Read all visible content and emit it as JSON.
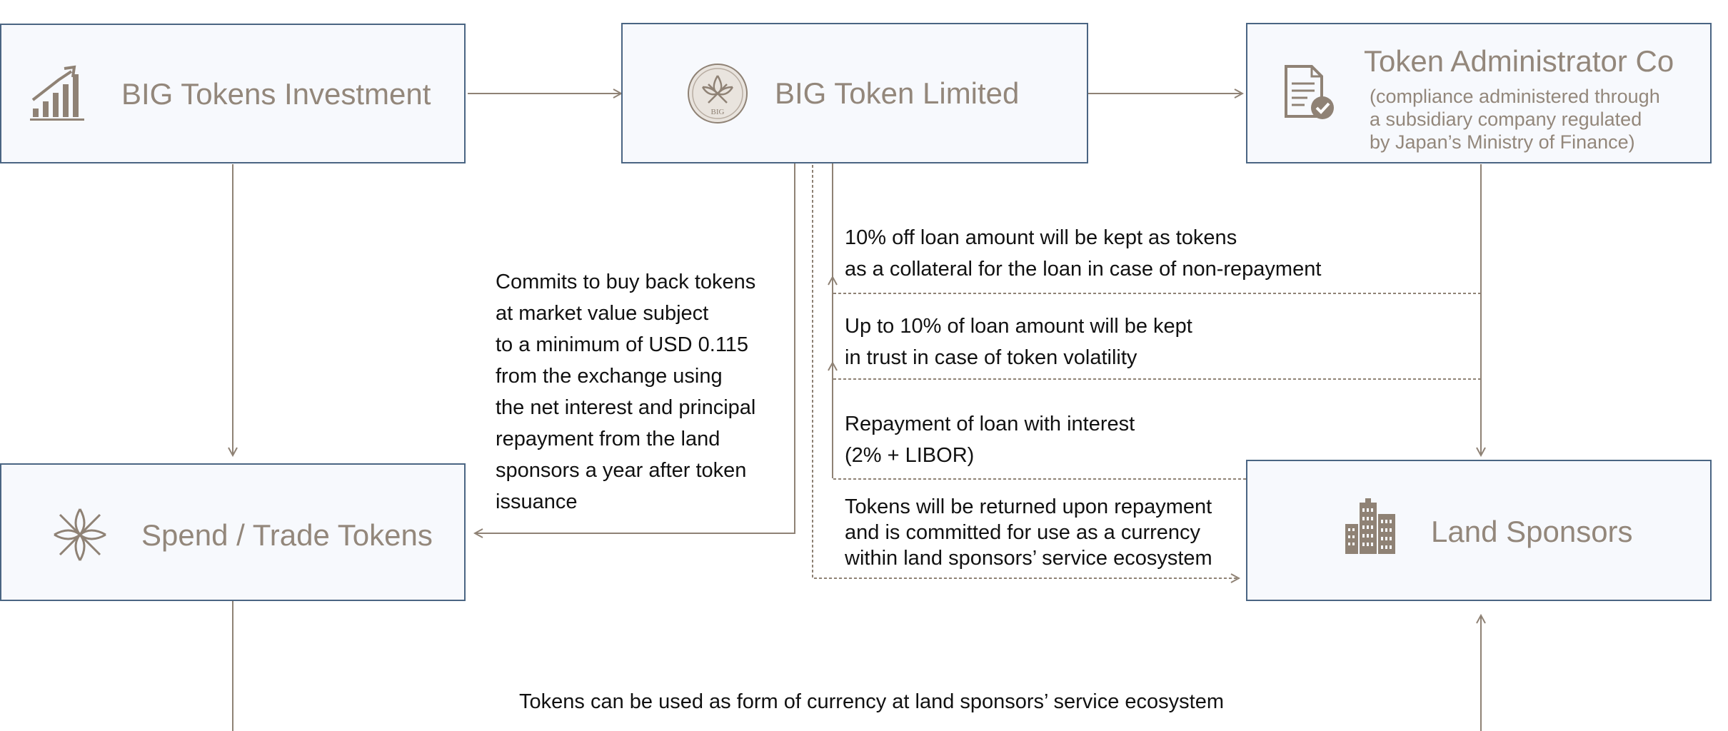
{
  "nodes": {
    "investment": {
      "title": "BIG Tokens Investment",
      "icon": "growth-chart-icon"
    },
    "limited": {
      "title": "BIG Token Limited",
      "icon": "big-coin-icon",
      "coin_text": "BIG"
    },
    "administrator": {
      "title": "Token Administrator Co",
      "subtitle_lines": [
        "(compliance administered through",
        "a subsidiary company regulated",
        "by Japan’s Ministry of Finance)"
      ],
      "icon": "certified-document-icon"
    },
    "spend": {
      "title": "Spend / Trade Tokens",
      "icon": "flower-emblem-icon"
    },
    "sponsors": {
      "title": "Land Sponsors",
      "icon": "buildings-icon"
    }
  },
  "edge_labels": {
    "buyback": [
      "Commits to buy back tokens",
      "at market value subject",
      "to a minimum of USD 0.115",
      "from the exchange using",
      "the net interest and principal",
      "repayment from the land",
      "sponsors a year after token",
      "issuance"
    ],
    "collateral": [
      "10% off loan amount will be kept as tokens",
      "as a collateral for the loan in case of non-repayment"
    ],
    "trust": [
      "Up to 10% of loan amount will be kept",
      "in trust in case of token volatility"
    ],
    "repayment": [
      "Repayment of loan with interest",
      "(2% + LIBOR)"
    ],
    "returned": [
      "Tokens will be returned upon repayment",
      "and is committed for use as a currency",
      "within land sponsors’ service ecosystem"
    ],
    "currency": "Tokens can be used as form of currency at land sponsors’ service ecosystem"
  },
  "colors": {
    "box_border": "#4a6583",
    "box_fill": "#f7f9fd",
    "connector": "#8f8275",
    "title_text": "#93877b",
    "label_text": "#111111"
  }
}
